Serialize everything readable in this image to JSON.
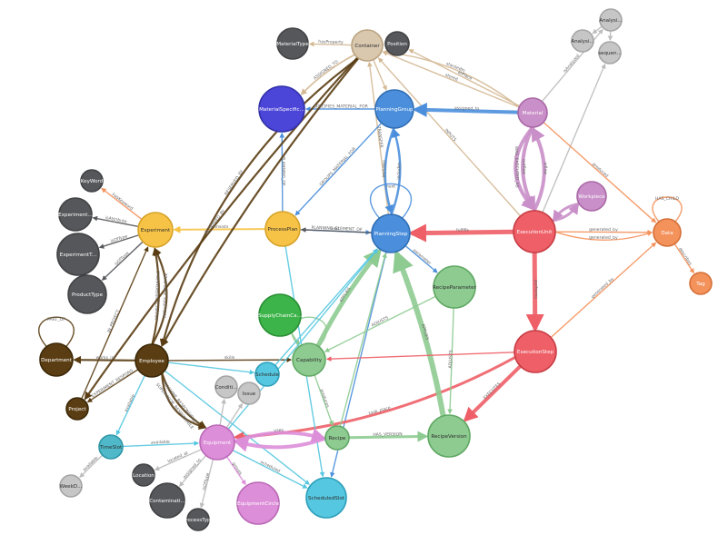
{
  "graph": {
    "nodes": [
      {
        "id": "materialtype",
        "label": "MaterialType",
        "color": "#55575a",
        "stroke": "#414244",
        "text": "#ffffff"
      },
      {
        "id": "container",
        "label": "Container",
        "color": "#d9c8ae",
        "stroke": "#b9a37f",
        "text": "#2d2d2d"
      },
      {
        "id": "position",
        "label": "Position",
        "color": "#55575a",
        "stroke": "#414244",
        "text": "#ffffff"
      },
      {
        "id": "analysis1",
        "label": "Analysi...",
        "color": "#c6c6c6",
        "stroke": "#a5a5a5",
        "text": "#2d2d2d"
      },
      {
        "id": "analysis2",
        "label": "Analysi...",
        "color": "#c6c6c6",
        "stroke": "#a5a5a5",
        "text": "#2d2d2d"
      },
      {
        "id": "sequence",
        "label": "sequen...",
        "color": "#c6c6c6",
        "stroke": "#a5a5a5",
        "text": "#2d2d2d"
      },
      {
        "id": "materialspec",
        "label": "MaterialSpecific...",
        "color": "#4b45d8",
        "stroke": "#3230a7",
        "text": "#ffffff"
      },
      {
        "id": "planninggroup",
        "label": "PlanningGroup",
        "color": "#4b8fdc",
        "stroke": "#2f6db3",
        "text": "#ffffff"
      },
      {
        "id": "material",
        "label": "Material",
        "color": "#c98fc8",
        "stroke": "#a968a6",
        "text": "#ffffff"
      },
      {
        "id": "keyword",
        "label": "KeyWord",
        "color": "#55575a",
        "stroke": "#414244",
        "text": "#ffffff"
      },
      {
        "id": "experimentd",
        "label": "Experiment...",
        "color": "#55575a",
        "stroke": "#414244",
        "text": "#ffffff"
      },
      {
        "id": "experiment",
        "label": "Experiment",
        "color": "#f7c347",
        "stroke": "#d6a228",
        "text": "#2d2d2d"
      },
      {
        "id": "processplan",
        "label": "ProcessPlan",
        "color": "#f7c347",
        "stroke": "#d6a228",
        "text": "#2d2d2d"
      },
      {
        "id": "planningstep",
        "label": "PlanningStep",
        "color": "#4b8fdc",
        "stroke": "#2f6db3",
        "text": "#ffffff"
      },
      {
        "id": "workpiece",
        "label": "Workpiece",
        "color": "#c98fc8",
        "stroke": "#a968a6",
        "text": "#ffffff"
      },
      {
        "id": "executionunit",
        "label": "ExecutionUnit",
        "color": "#ee5f67",
        "stroke": "#c73d45",
        "text": "#ffffff"
      },
      {
        "id": "data",
        "label": "Data",
        "color": "#f4925c",
        "stroke": "#d56f38",
        "text": "#ffffff"
      },
      {
        "id": "experimentt",
        "label": "ExperimentT...",
        "color": "#55575a",
        "stroke": "#414244",
        "text": "#ffffff"
      },
      {
        "id": "producttype",
        "label": "ProductType",
        "color": "#55575a",
        "stroke": "#414244",
        "text": "#ffffff"
      },
      {
        "id": "recipeparameter",
        "label": "RecipeParameter",
        "color": "#8ecb91",
        "stroke": "#5fa863",
        "text": "#2d2d2d"
      },
      {
        "id": "tag",
        "label": "Tag",
        "color": "#f4925c",
        "stroke": "#d56f38",
        "text": "#ffffff"
      },
      {
        "id": "supplychain",
        "label": "SupplyChainCa...",
        "color": "#3db449",
        "stroke": "#2a8f35",
        "text": "#ffffff"
      },
      {
        "id": "executionstep",
        "label": "ExecutionStep",
        "color": "#ee5f67",
        "stroke": "#c73d45",
        "text": "#ffffff"
      },
      {
        "id": "department",
        "label": "Department",
        "color": "#5a3d13",
        "stroke": "#3c2807",
        "text": "#ffffff"
      },
      {
        "id": "employee",
        "label": "Employee",
        "color": "#5a3d13",
        "stroke": "#3c2807",
        "text": "#ffffff"
      },
      {
        "id": "capability",
        "label": "Capability",
        "color": "#8ecb91",
        "stroke": "#5fa863",
        "text": "#2d2d2d"
      },
      {
        "id": "schedule",
        "label": "Schedule",
        "color": "#55c7e0",
        "stroke": "#2e9fba",
        "text": "#2d2d2d"
      },
      {
        "id": "condition",
        "label": "Conditi...",
        "color": "#c6c6c6",
        "stroke": "#a5a5a5",
        "text": "#2d2d2d"
      },
      {
        "id": "issue",
        "label": "Issue",
        "color": "#c6c6c6",
        "stroke": "#a5a5a5",
        "text": "#2d2d2d"
      },
      {
        "id": "project",
        "label": "Project",
        "color": "#5a3d13",
        "stroke": "#3c2807",
        "text": "#ffffff"
      },
      {
        "id": "timeslot",
        "label": "TimeSlot",
        "color": "#4fb9c9",
        "stroke": "#2f97a8",
        "text": "#2d2d2d"
      },
      {
        "id": "equipment",
        "label": "Equipment",
        "color": "#dd8ed9",
        "stroke": "#b969b5",
        "text": "#ffffff"
      },
      {
        "id": "recipe",
        "label": "Recipe",
        "color": "#8ecb91",
        "stroke": "#5fa863",
        "text": "#2d2d2d"
      },
      {
        "id": "recipeversion",
        "label": "RecipeVersion",
        "color": "#8ecb91",
        "stroke": "#5fa863",
        "text": "#2d2d2d"
      },
      {
        "id": "weekd",
        "label": "WeekD...",
        "color": "#c6c6c6",
        "stroke": "#a5a5a5",
        "text": "#2d2d2d"
      },
      {
        "id": "location",
        "label": "Location",
        "color": "#55575a",
        "stroke": "#414244",
        "text": "#ffffff"
      },
      {
        "id": "contamination",
        "label": "Contaminati...",
        "color": "#55575a",
        "stroke": "#414244",
        "text": "#ffffff"
      },
      {
        "id": "equipmentcircle",
        "label": "EquipmentCircle",
        "color": "#dd8ed9",
        "stroke": "#b969b5",
        "text": "#ffffff"
      },
      {
        "id": "scheduledslot",
        "label": "ScheduledSlot",
        "color": "#55c7e0",
        "stroke": "#2e9fba",
        "text": "#2d2d2d"
      },
      {
        "id": "processtype",
        "label": "ProcessType",
        "color": "#55575a",
        "stroke": "#414244",
        "text": "#ffffff"
      }
    ],
    "edges": [
      {
        "from": "container",
        "to": "materialtype",
        "label": "hasProperty",
        "color": "#d4b893"
      },
      {
        "from": "container",
        "to": "position",
        "label": "",
        "color": "#d4b893"
      },
      {
        "from": "container",
        "to": "planninggroup",
        "label": "",
        "color": "#d4b893"
      },
      {
        "from": "container",
        "to": "materialspec",
        "label": "ASSIGNED_TO",
        "color": "#d4b893"
      },
      {
        "from": "material",
        "to": "container",
        "label": "stored",
        "color": "#d4b893"
      },
      {
        "from": "material",
        "to": "container",
        "label": "stackedIn",
        "color": "#d4b893"
      },
      {
        "from": "material",
        "to": "position",
        "label": "atPlace",
        "color": "#d4b893"
      },
      {
        "from": "executionunit",
        "to": "container",
        "label": "INPUTS",
        "color": "#d4b893"
      },
      {
        "from": "planningstep",
        "to": "container",
        "label": "TRANSFER",
        "color": "#d4b893"
      },
      {
        "from": "material",
        "to": "planninggroup",
        "label": "assigned_to",
        "color": "#4b8fdc"
      },
      {
        "from": "planninggroup",
        "to": "materialspec",
        "label": "SPECIFIES_MATERIAL_FOR",
        "color": "#4b8fdc"
      },
      {
        "from": "planninggroup",
        "to": "processplan",
        "label": "GROUPS_MATERIAL_FOR",
        "color": "#4b8fdc"
      },
      {
        "from": "planninggroup",
        "to": "planningstep",
        "label": "includes",
        "color": "#4b8fdc"
      },
      {
        "from": "planningstep",
        "to": "planninggroup",
        "label": "includes",
        "color": "#4b8fdc"
      },
      {
        "from": "processplan",
        "to": "planningstep",
        "label": "next",
        "color": "#4b8fdc"
      },
      {
        "from": "planningstep",
        "to": "processplan",
        "label": "PLANNING_ELEMENT_OF",
        "color": "#55575a"
      },
      {
        "from": "processplan",
        "to": "materialspec",
        "label": "PLANNING_OF",
        "color": "#4b8fdc"
      },
      {
        "from": "planningstep",
        "to": "planningstep",
        "label": "next",
        "color": "#4b8fdc"
      },
      {
        "from": "planningstep",
        "to": "recipeparameter",
        "label": "parameter",
        "color": "#4b8fdc"
      },
      {
        "from": "planningstep",
        "to": "scheduledslot",
        "label": "",
        "color": "#4b8fdc"
      },
      {
        "from": "processplan",
        "to": "experiment",
        "label": "consists",
        "color": "#f7c347"
      },
      {
        "from": "experiment",
        "to": "keyword",
        "label": "hasKeyword",
        "color": "#f4925c"
      },
      {
        "from": "experiment",
        "to": "experimentd",
        "label": "isAttribute",
        "color": "#55575a"
      },
      {
        "from": "experiment",
        "to": "experimentt",
        "label": "isOfType",
        "color": "#55575a"
      },
      {
        "from": "experiment",
        "to": "producttype",
        "label": "isOfType",
        "color": "#55575a"
      },
      {
        "from": "material",
        "to": "analysis1",
        "label": "isAnalyzed",
        "color": "#bdbdbd"
      },
      {
        "from": "analysis1",
        "to": "analysis2",
        "label": "",
        "color": "#bdbdbd"
      },
      {
        "from": "analysis1",
        "to": "sequence",
        "label": "",
        "color": "#bdbdbd"
      },
      {
        "from": "executionunit",
        "to": "sequence",
        "label": "",
        "color": "#bdbdbd"
      },
      {
        "from": "material",
        "to": "data",
        "label": "produced",
        "color": "#f4925c"
      },
      {
        "from": "material",
        "to": "executionunit",
        "label": "outflow",
        "color": "#c98fc8"
      },
      {
        "from": "executionunit",
        "to": "material",
        "label": "inflow",
        "color": "#c98fc8"
      },
      {
        "from": "material",
        "to": "executionunit",
        "label": "WAS_EXECUTED_AS",
        "color": "#c98fc8"
      },
      {
        "from": "workpiece",
        "to": "executionunit",
        "label": "",
        "color": "#c98fc8"
      },
      {
        "from": "executionunit",
        "to": "workpiece",
        "label": "",
        "color": "#c98fc8"
      },
      {
        "from": "executionunit",
        "to": "planningstep",
        "label": "fulfills",
        "color": "#ee5f67"
      },
      {
        "from": "executionunit",
        "to": "executionstep",
        "label": "performs",
        "color": "#ee5f67"
      },
      {
        "from": "executionunit",
        "to": "data",
        "label": "generated_by",
        "color": "#f4925c"
      },
      {
        "from": "executionstep",
        "to": "data",
        "label": "generated_by",
        "color": "#f4925c"
      },
      {
        "from": "executionunit",
        "to": "data",
        "label": "generated_by",
        "color": "#f4925c"
      },
      {
        "from": "data",
        "to": "data",
        "label": "HAS_CHILD",
        "color": "#f4925c"
      },
      {
        "from": "data",
        "to": "tag",
        "label": "describes",
        "color": "#f4925c"
      },
      {
        "from": "executionstep",
        "to": "recipeversion",
        "label": "EXECUTES",
        "color": "#ee5f67"
      },
      {
        "from": "executionstep",
        "to": "equipment",
        "label": "took_place",
        "color": "#ee5f67"
      },
      {
        "from": "recipeversion",
        "to": "planningstep",
        "label": "APPLIES",
        "color": "#8ecb91"
      },
      {
        "from": "recipeparameter",
        "to": "recipeversion",
        "label": "ADJUSTS",
        "color": "#8ecb91"
      },
      {
        "from": "recipeparameter",
        "to": "capability",
        "label": "ADJUSTS",
        "color": "#8ecb91"
      },
      {
        "from": "capability",
        "to": "planningstep",
        "label": "APPLIES",
        "color": "#8ecb91"
      },
      {
        "from": "capability",
        "to": "capability",
        "label": "",
        "color": "#8ecb91"
      },
      {
        "from": "capability",
        "to": "recipe",
        "label": "produces",
        "color": "#8ecb91"
      },
      {
        "from": "recipe",
        "to": "recipeversion",
        "label": "HAS_VERSION",
        "color": "#8ecb91"
      },
      {
        "from": "recipe",
        "to": "planningstep",
        "label": "",
        "color": "#8ecb91"
      },
      {
        "from": "supplychain",
        "to": "capability",
        "label": "",
        "color": "#8ecb91"
      },
      {
        "from": "employee",
        "to": "department",
        "label": "works_in",
        "color": "#5a3d13"
      },
      {
        "from": "department",
        "to": "department",
        "label": "PART_OF",
        "color": "#5a3d13"
      },
      {
        "from": "employee",
        "to": "project",
        "label": "EXPERIMENT_RESPONS",
        "color": "#5a3d13"
      },
      {
        "from": "employee",
        "to": "experiment",
        "label": "PROJECT_RESPONSIBLE",
        "color": "#5a3d13"
      },
      {
        "from": "employee",
        "to": "experiment",
        "label": "INCLUDES_EMPLOYEE",
        "color": "#5a3d13"
      },
      {
        "from": "project",
        "to": "experiment",
        "label": "IN_PROJECT",
        "color": "#5a3d13"
      },
      {
        "from": "employee",
        "to": "capability",
        "label": "skills",
        "color": "#5a3d13"
      },
      {
        "from": "employee",
        "to": "equipment",
        "label": "MACHINE_RESPONSIBLE",
        "color": "#5a3d13"
      },
      {
        "from": "employee",
        "to": "equipment",
        "label": "SUPERVISOR_RESPONSIBLE",
        "color": "#5a3d13"
      },
      {
        "from": "container",
        "to": "employee",
        "label": "",
        "color": "#5a3d13"
      },
      {
        "from": "container",
        "to": "project",
        "label": "RESERVED_BY",
        "color": "#5a3d13"
      },
      {
        "from": "container",
        "to": "employee",
        "label": "RESERVED_BY",
        "color": "#5a3d13"
      },
      {
        "from": "employee",
        "to": "timeslot",
        "label": "available",
        "color": "#55c7e0"
      },
      {
        "from": "employee",
        "to": "schedule",
        "label": "",
        "color": "#55c7e0"
      },
      {
        "from": "employee",
        "to": "scheduledslot",
        "label": "",
        "color": "#55c7e0"
      },
      {
        "from": "processplan",
        "to": "scheduledslot",
        "label": "scheduled",
        "color": "#55c7e0"
      },
      {
        "from": "timeslot",
        "to": "equipment",
        "label": "available",
        "color": "#55c7e0"
      },
      {
        "from": "timeslot",
        "to": "weekd",
        "label": "available",
        "color": "#bdbdbd"
      },
      {
        "from": "schedule",
        "to": "planningstep",
        "label": "",
        "color": "#55c7e0"
      },
      {
        "from": "equipment",
        "to": "scheduledslot",
        "label": "scheduled",
        "color": "#55c7e0"
      },
      {
        "from": "equipment",
        "to": "recipe",
        "label": "uses",
        "color": "#dd8ed9"
      },
      {
        "from": "recipe",
        "to": "equipment",
        "label": "",
        "color": "#dd8ed9"
      },
      {
        "from": "equipment",
        "to": "location",
        "label": "located_at",
        "color": "#bdbdbd"
      },
      {
        "from": "equipment",
        "to": "contamination",
        "label": "assigned_to",
        "color": "#bdbdbd"
      },
      {
        "from": "equipment",
        "to": "processtype",
        "label": "isOfType",
        "color": "#bdbdbd"
      },
      {
        "from": "equipment",
        "to": "equipmentcircle",
        "label": "groups",
        "color": "#dd8ed9"
      },
      {
        "from": "equipment",
        "to": "condition",
        "label": "",
        "color": "#bdbdbd"
      },
      {
        "from": "equipment",
        "to": "issue",
        "label": "",
        "color": "#bdbdbd"
      },
      {
        "from": "equipment",
        "to": "planningstep",
        "label": "",
        "color": "#55c7e0"
      },
      {
        "from": "executionstep",
        "to": "capability",
        "label": "",
        "color": "#ee5f67"
      }
    ]
  }
}
